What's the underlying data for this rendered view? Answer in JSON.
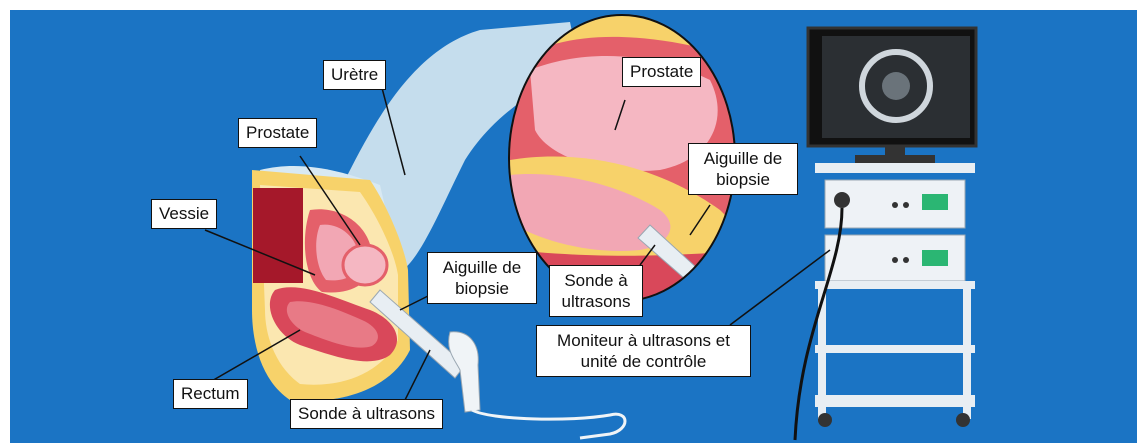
{
  "labels": {
    "uretre": "Urètre",
    "prostate": "Prostate",
    "vessie": "Vessie",
    "rectum": "Rectum",
    "aiguille": "Aiguille de biopsie",
    "sonde": "Sonde à ultrasons",
    "zoom_prostate": "Prostate",
    "zoom_aiguille": "Aiguille de biopsie",
    "zoom_sonde": "Sonde à ultrasons",
    "moniteur": "Moniteur à ultrasons et unité de contrôle"
  },
  "colors": {
    "background": "#1b74c4",
    "body": "#cfe3ef",
    "skin_fat": "#f7d26a",
    "bladder_wall": "#e4606a",
    "prostate": "#f2a7b4",
    "rectum": "#d9485a",
    "muscle": "#b01f2e",
    "equipment": "#e8eef3"
  }
}
